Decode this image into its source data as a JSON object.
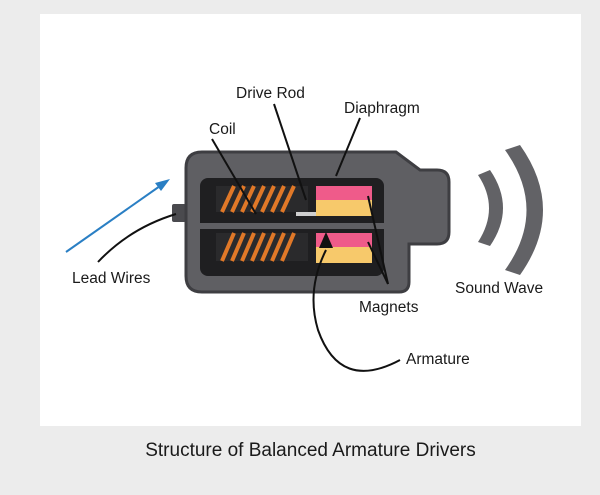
{
  "labels": {
    "drive_rod": "Drive Rod",
    "diaphragm": "Diaphragm",
    "coil": "Coil",
    "lead_wires": "Lead Wires",
    "sound_wave": "Sound Wave",
    "magnets": "Magnets",
    "armature": "Armature"
  },
  "caption": "Structure of Balanced Armature Drivers",
  "colors": {
    "housing": "#5f5f63",
    "housing_edge": "#3e3e42",
    "chamber": "#1f1f21",
    "coil": "#e07828",
    "magnet_pink": "#ef5b8a",
    "magnet_yellow": "#f7c96b",
    "lead_arrow": "#2a7fc4",
    "sound_wave": "#626266",
    "background": "#ececec"
  }
}
